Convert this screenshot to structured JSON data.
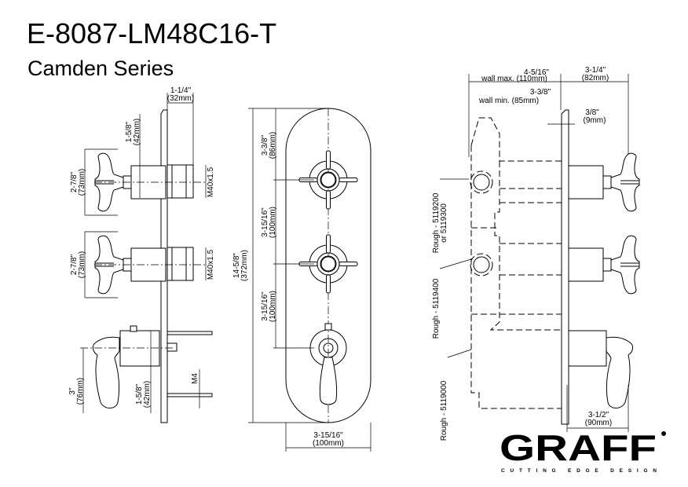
{
  "header": {
    "model": "E-8087-LM48C16-T",
    "series": "Camden Series"
  },
  "side_view": {
    "depth_in": "1-1/4\"",
    "depth_mm": "(32mm)",
    "trim_in": "1-5/8\"",
    "trim_mm": "(42mm)",
    "handle1_in": "2-7/8\"",
    "handle1_mm": "(73mm)",
    "handle2_in": "2-7/8\"",
    "handle2_mm": "(73mm)",
    "thread1": "M40x1.5",
    "thread2": "M40x1.5",
    "lever_in": "3\"",
    "lever_mm": "(76mm)",
    "lever_trim_in": "1-5/8\"",
    "lever_trim_mm": "(42mm)",
    "screw": "M4"
  },
  "front_view": {
    "top_in": "3-3/8\"",
    "top_mm": "(86mm)",
    "mid1_in": "3-15/16\"",
    "mid1_mm": "(100mm)",
    "mid2_in": "3-15/16\"",
    "mid2_mm": "(100mm)",
    "height_in": "14-5/8\"",
    "height_mm": "(372mm)",
    "width_in": "3-15/16\"",
    "width_mm": "(100mm)"
  },
  "install_view": {
    "wall_max_in": "4-5/16\"",
    "wall_max_label": "wall max. (110mm)",
    "wall_min_in": "3-3/8\"",
    "wall_min_label": "wall min. (85mm)",
    "proj_in": "3-1/4\"",
    "proj_mm": "(82mm)",
    "plate_in": "3/8\"",
    "plate_mm": "(9mm)",
    "rough1_a": "Rough - 5119200",
    "rough1_b": "or 5119300",
    "rough2": "Rough - 5119400",
    "rough3": "Rough - 5119000",
    "lever_in": "3-1/2\"",
    "lever_mm": "(90mm)"
  },
  "brand": {
    "logo": "GRAFF",
    "tagline": "CUTTING EDGE DESIGN"
  }
}
